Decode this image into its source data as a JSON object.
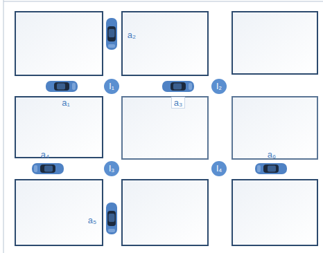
{
  "diagram": {
    "nodes": [
      {
        "text": [
          "I₁"
        ]
      },
      {
        "text": [
          "I₂"
        ]
      },
      {
        "text": [
          "I₃"
        ]
      },
      {
        "text": [
          "I₄"
        ]
      }
    ],
    "labels": [
      "a₂",
      "a₁",
      "a₃",
      "a₄",
      "a₆",
      "a₅"
    ]
  }
}
